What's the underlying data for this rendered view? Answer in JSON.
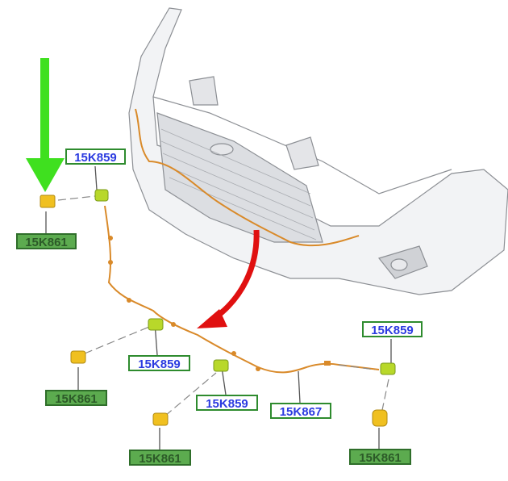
{
  "labels": {
    "sensor_top_left": "15K859",
    "bezel_top_left": "15K861",
    "sensor_mid_left": "15K859",
    "bezel_mid_left": "15K861",
    "sensor_center": "15K859",
    "harness": "15K867",
    "sensor_right": "15K859",
    "bezel_center": "15K861",
    "bezel_right": "15K861"
  },
  "colors": {
    "highlight_arrow": "#3fe01f",
    "direction_arrow": "#e01010",
    "harness": "#d98a2a",
    "sensor": "#b8d82a",
    "bezel": "#f0c020"
  }
}
